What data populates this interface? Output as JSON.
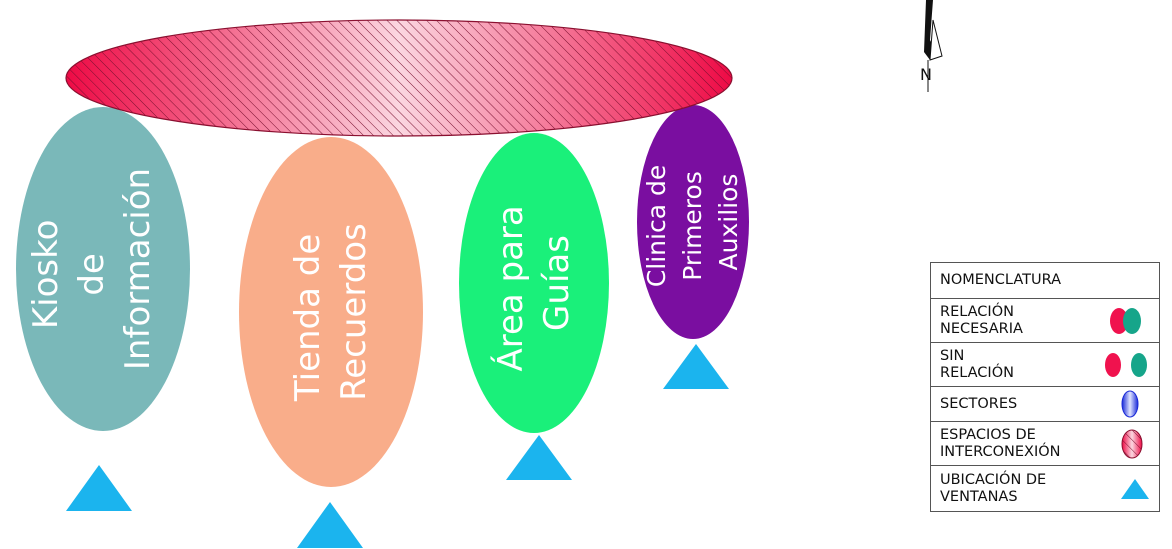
{
  "ovals": [
    {
      "lines": [
        "Kiosko",
        "de",
        "Información"
      ],
      "color": "#7ab8b9"
    },
    {
      "lines": [
        "Tienda de",
        "Recuerdos"
      ],
      "color": "#f9ad8a"
    },
    {
      "lines": [
        "Área para",
        "Guías"
      ],
      "color": "#1af07a"
    },
    {
      "lines": [
        "Clinica de",
        "Primeros",
        "Auxilios"
      ],
      "color": "#7a0ea0"
    }
  ],
  "interconnection": {
    "color": "#f0124e",
    "pattern": "diagonal-hatch"
  },
  "window_marker_color": "#1bb4ee",
  "north": {
    "label": "N"
  },
  "legend": {
    "title": "NOMENCLATURA",
    "rows": [
      {
        "lines": [
          "RELACIÓN",
          "NECESARIA"
        ],
        "symbol": "overlapping-dots"
      },
      {
        "lines": [
          "SIN",
          "RELACIÓN"
        ],
        "symbol": "separate-dots"
      },
      {
        "lines": [
          "SECTORES"
        ],
        "symbol": "blue-oval"
      },
      {
        "lines": [
          "ESPACIOS DE",
          "INTERCONEXIÓN"
        ],
        "symbol": "hatched-oval"
      },
      {
        "lines": [
          "UBICACIÓN DE",
          "VENTANAS"
        ],
        "symbol": "blue-triangle"
      }
    ],
    "colors": {
      "red": "#f0124e",
      "teal": "#16a58a",
      "blue": "#2233dd"
    }
  }
}
